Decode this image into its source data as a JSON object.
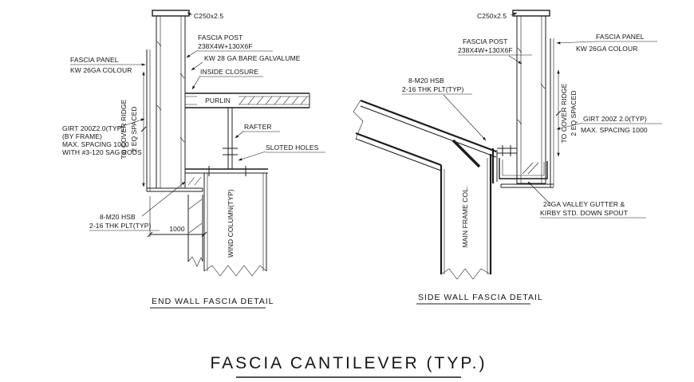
{
  "title": "FASCIA CANTILEVER (TYP.)",
  "end_wall": {
    "caption": "END WALL FASCIA DETAIL",
    "labels": {
      "c_channel": "C250x2.5",
      "fascia_post_1": "FASCIA POST",
      "fascia_post_2": "238X4W+130X6F",
      "galvalume": "KW 28 GA BARE GALVALUME",
      "inside_closure": "INSIDE CLOSURE",
      "purlin": "PURLIN",
      "rafter": "RAFTER",
      "sloted_holes": "SLOTED HOLES",
      "fascia_panel_1": "FASCIA PANEL",
      "fascia_panel_2": "KW 26GA COLOUR",
      "to_cover_ridge": "TO COVER RIDGE",
      "eq_spaced": "2 EQ SPACED",
      "girt_1": "GIRT 200Z2.0(TYP)",
      "girt_2": "(BY FRAME)",
      "girt_3": "MAX. SPACING 1000",
      "girt_4": "WITH #3-120 SAG RODS",
      "hsb_1": "8-M20 HSB",
      "hsb_2": "2-16 THK PLT(TYP)",
      "dim_1000": "1000",
      "wind_column": "WIND COLUMN(TYP)"
    }
  },
  "side_wall": {
    "caption": "SIDE WALL FASCIA DETAIL",
    "labels": {
      "c_channel": "C250x2.5",
      "fascia_post_1": "FASCIA POST",
      "fascia_post_2": "238X4W+130X6F",
      "fascia_panel_1": "FASCIA PANEL",
      "fascia_panel_2": "KW 26GA COLOUR",
      "to_cover_ridge": "TO COVER RIDGE",
      "eq_spaced": "2 EQ SPACED",
      "hsb_1": "8-M20 HSB",
      "hsb_2": "2-16 THK PLT(TYP)",
      "girt_1": "GIRT 200Z 2.0(TYP)",
      "girt_2": "MAX. SPACING 1000",
      "gutter_1": "24GA VALLEY GUTTER &",
      "gutter_2": "KIRBY STD. DOWN SPOUT",
      "main_frame_col": "MAIN FRAME COL."
    }
  }
}
